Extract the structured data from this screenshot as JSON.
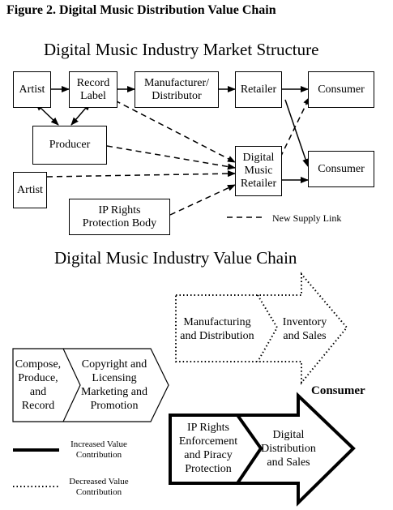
{
  "figure_title": "Figure 2. Digital Music Distribution Value Chain",
  "market_structure": {
    "title": "Digital Music Industry Market Structure",
    "nodes": {
      "artist_top": "Artist",
      "record_label": "Record Label",
      "manufacturer": "Manufacturer/ Distributor",
      "retailer": "Retailer",
      "consumer_top": "Consumer",
      "producer": "Producer",
      "digital_retailer": "Digital Music Retailer",
      "consumer_bottom": "Consumer",
      "artist_bottom": "Artist",
      "ip_rights": "IP Rights Protection Body"
    },
    "legend_new_supply": "New Supply Link"
  },
  "value_chain": {
    "title": "Digital Music Industry Value Chain",
    "stages": {
      "compose": "Compose, Produce, and Record",
      "copyright": "Copyright and Licensing Marketing and Promotion",
      "manufacturing": "Manufacturing and Distribution",
      "inventory": "Inventory and Sales",
      "ip_enforcement": "IP Rights Enforcement and Piracy Protection",
      "digital_distribution": "Digital Distribution and Sales"
    },
    "consumer_label": "Consumer",
    "legend_increased": "Increased Value Contribution",
    "legend_decreased": "Decreased Value Contribution"
  }
}
